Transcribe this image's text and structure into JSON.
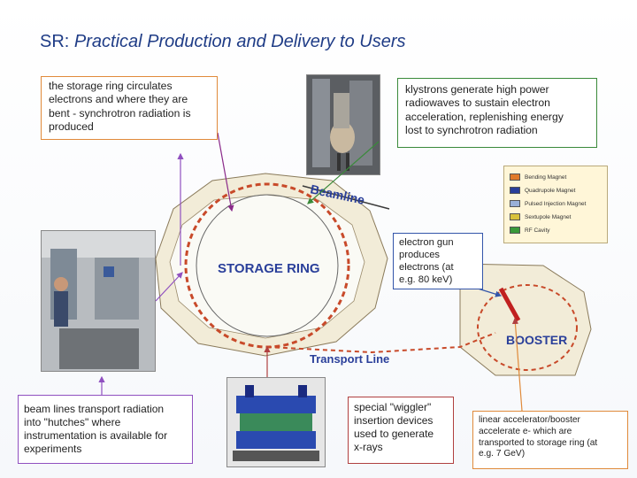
{
  "title": {
    "prefix": "SR: ",
    "main": "Practical Production and Delivery to Users"
  },
  "callouts": {
    "storage_ring": [
      "the storage ring circulates",
      "electrons and where they are",
      "bent - synchrotron radiation is",
      "produced"
    ],
    "klystrons": [
      "klystrons generate high power",
      "radiowaves to sustain electron",
      "acceleration, replenishing energy",
      "lost to synchrotron radiation"
    ],
    "electron_gun": [
      "electron gun",
      "produces",
      "electrons (at",
      "e.g. 80 keV)"
    ],
    "beam_lines": [
      "beam lines transport radiation",
      "into \"hutches\" where",
      "instrumentation is available for",
      "experiments"
    ],
    "wiggler": [
      "special \"wiggler\"",
      "insertion devices",
      "used to generate",
      "x-rays"
    ],
    "linac": [
      "linear accelerator/booster",
      "accelerate e- which are",
      "transported to storage ring (at",
      "e.g. 7 GeV)"
    ]
  },
  "diagram_labels": {
    "storage_ring": "STORAGE RING",
    "booster": "BOOSTER",
    "beamline": "Beamline",
    "transport_line": "Transport Line"
  },
  "legend": [
    {
      "label": "Bending Magnet",
      "color": "#e07a2a"
    },
    {
      "label": "Quadrupole Magnet",
      "color": "#2a3f9a"
    },
    {
      "label": "Pulsed Injection Magnet",
      "color": "#9ab0d8"
    },
    {
      "label": "Sextupole Magnet",
      "color": "#d8c23a"
    },
    {
      "label": "RF Cavity",
      "color": "#3a9a3a"
    }
  ],
  "colors": {
    "title": "#1f3c86",
    "arrow_storage": "#8a2a8a",
    "arrow_klystron": "#3a8a3a",
    "arrow_egun": "#3355aa",
    "arrow_beam": "#9050c0",
    "arrow_wiggler": "#b04040"
  }
}
